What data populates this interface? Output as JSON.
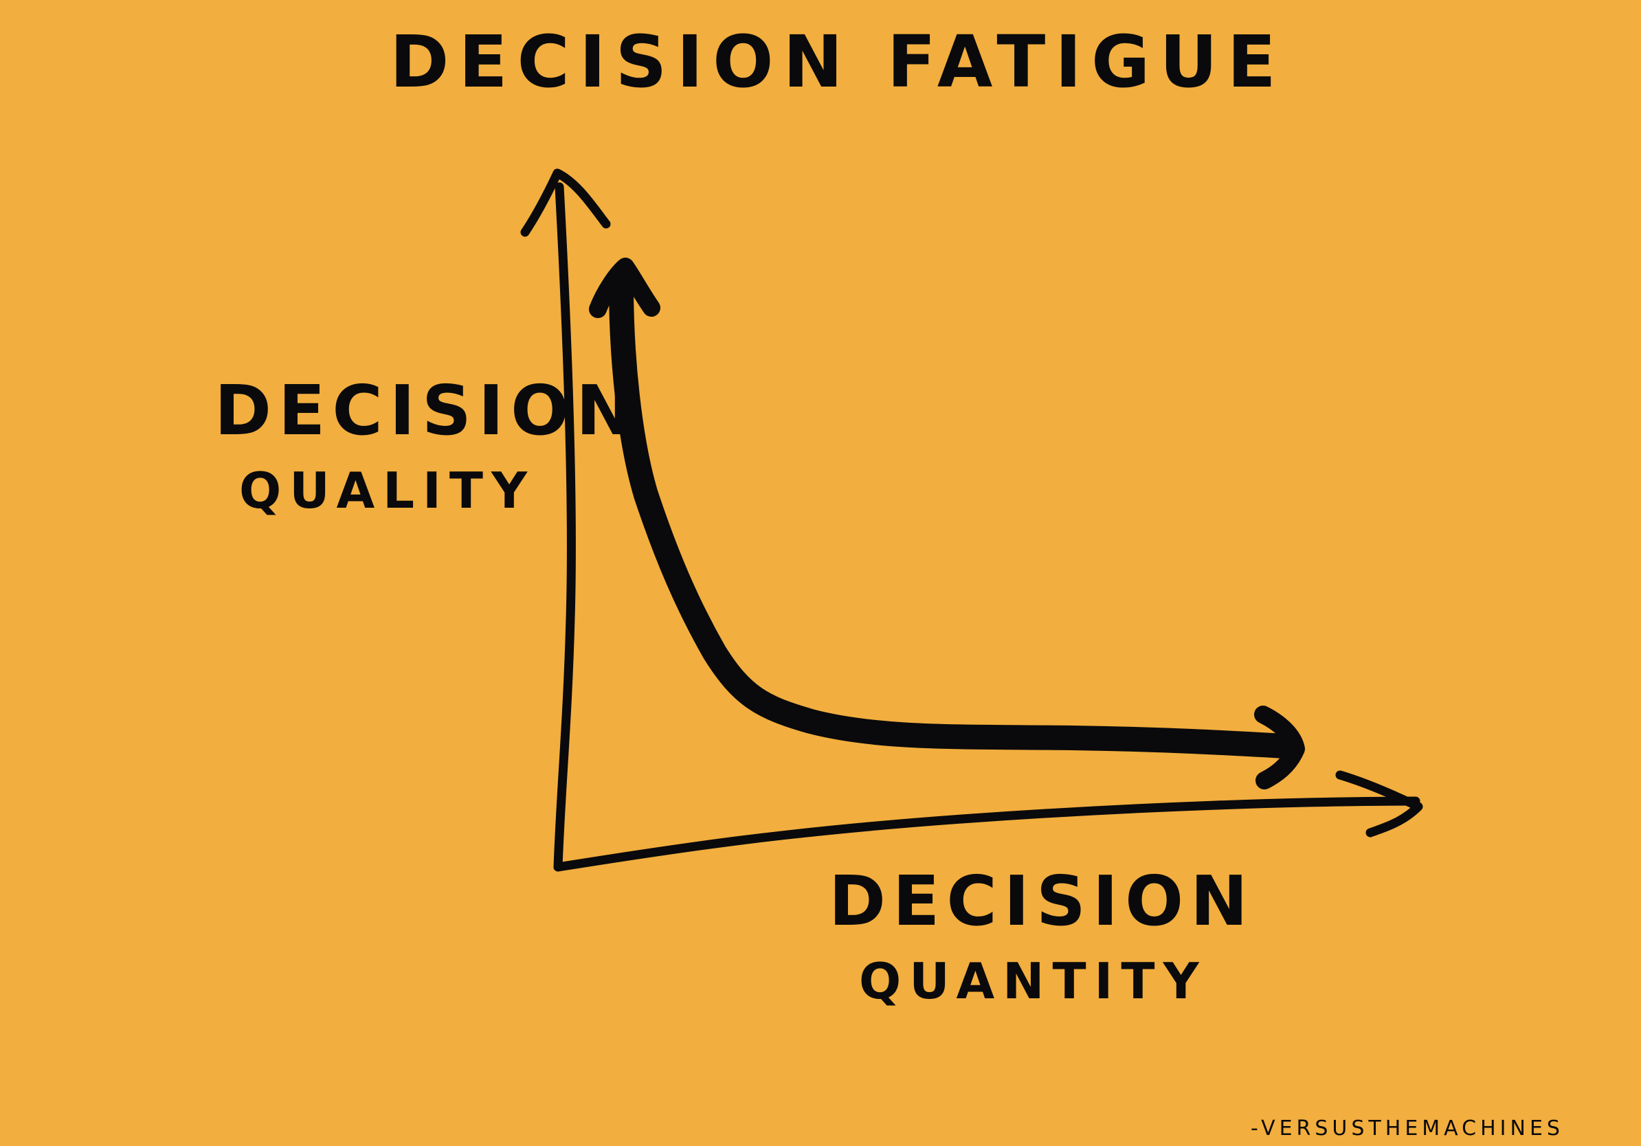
{
  "diagram": {
    "title": "Decision Fatigue",
    "y_axis_label": {
      "line1": "Decision",
      "line2": "Quality"
    },
    "x_axis_label": {
      "line1": "Decision",
      "line2": "Quantity"
    },
    "credit": "-versusthemachines",
    "curve_description": "decision quality drops steeply then levels off as decision quantity increases"
  },
  "colors": {
    "background": "#F2AE3E",
    "ink": "#0A0A0C"
  }
}
